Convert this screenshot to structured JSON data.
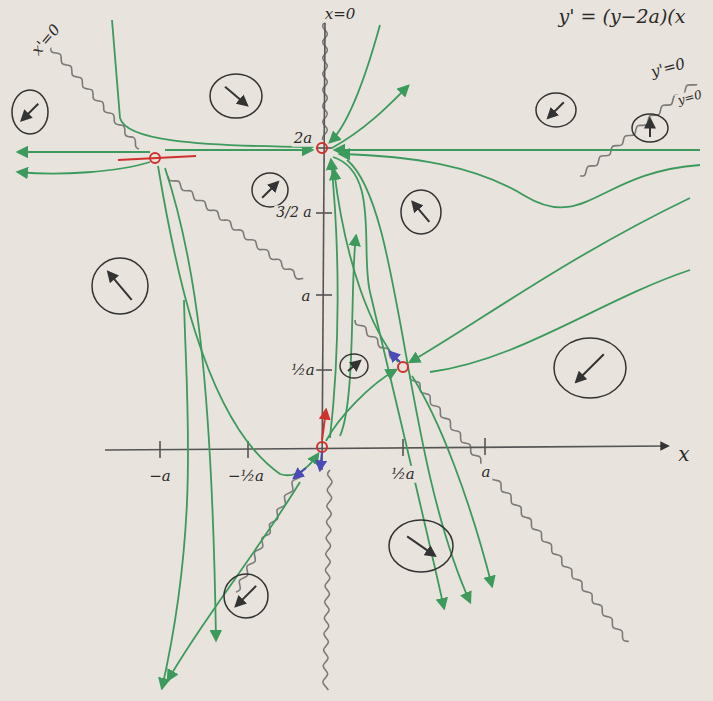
{
  "diagram": {
    "labels": [
      "x'=0",
      "x=0",
      "y' = (y−2a)(x",
      "y'=0",
      "y=0",
      "2a",
      "3/2 a",
      "a",
      "½a",
      "−a",
      "−½a",
      "½a",
      "a",
      "x"
    ]
  }
}
